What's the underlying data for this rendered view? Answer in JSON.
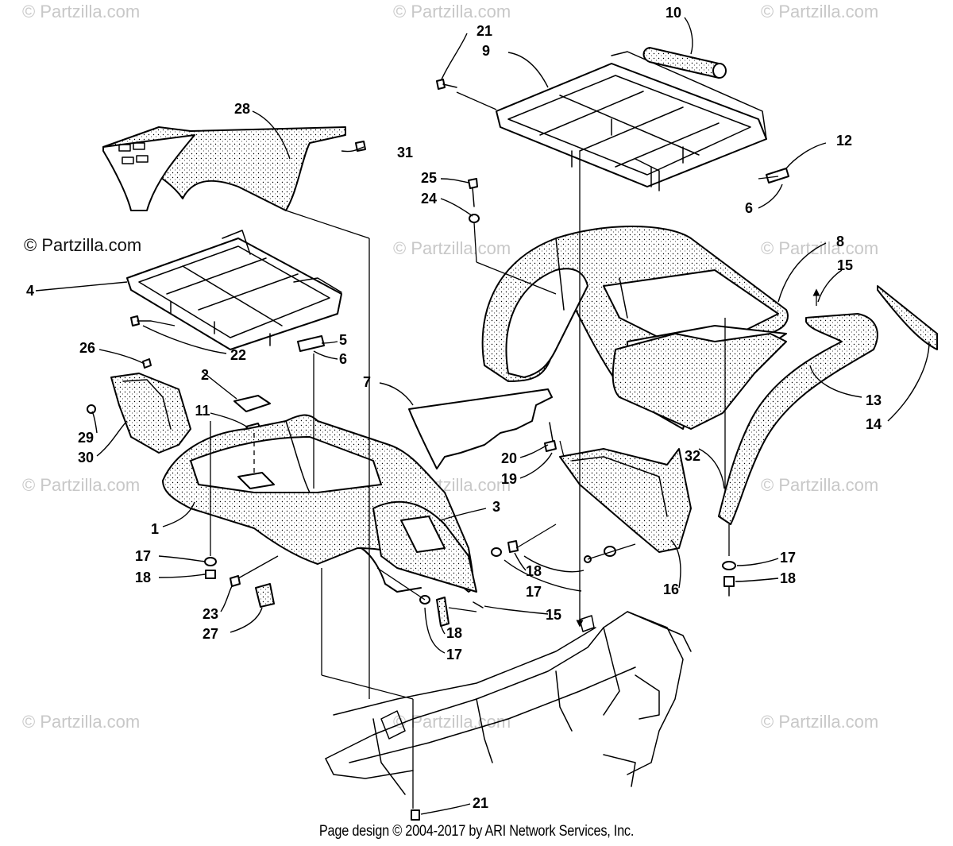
{
  "watermark": {
    "text": "© Partzilla.com",
    "dark_text": "© Partzilla.com"
  },
  "footer": {
    "text": "Page design © 2004-2017 by ARI Network Services, Inc."
  },
  "callouts": {
    "c1": "1",
    "c2": "2",
    "c3": "3",
    "c4": "4",
    "c5": "5",
    "c6a": "6",
    "c6b": "6",
    "c7": "7",
    "c8": "8",
    "c9": "9",
    "c10": "10",
    "c11": "11",
    "c12": "12",
    "c13": "13",
    "c14": "14",
    "c15a": "15",
    "c15b": "15",
    "c16": "16",
    "c17a": "17",
    "c17b": "17",
    "c17c": "17",
    "c17d": "17",
    "c18a": "18",
    "c18b": "18",
    "c18c": "18",
    "c18d": "18",
    "c19": "19",
    "c20": "20",
    "c21a": "21",
    "c21b": "21",
    "c22": "22",
    "c23": "23",
    "c24": "24",
    "c25": "25",
    "c26": "26",
    "c27": "27",
    "c28": "28",
    "c29": "29",
    "c30": "30",
    "c31": "31",
    "c32": "32"
  },
  "colors": {
    "background": "#ffffff",
    "ink": "#000000",
    "watermark": "#c8c8c8"
  }
}
